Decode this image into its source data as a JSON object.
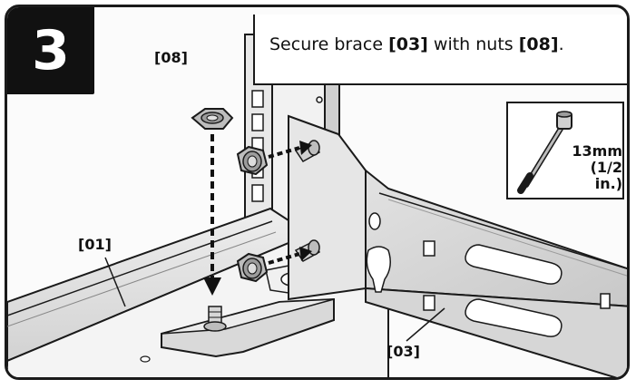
{
  "step": {
    "number": "3"
  },
  "instruction": {
    "prefix": "Secure brace ",
    "part_a": "[03]",
    "middle": " with nuts ",
    "part_b": "[08]",
    "suffix": "."
  },
  "tool": {
    "size_mm": "13mm",
    "size_in": "(1/2 in.)",
    "icon": "socket-wrench-icon"
  },
  "callouts": {
    "nut": "[08]",
    "rail": "[01]",
    "brace": "[03]"
  },
  "colors": {
    "badge_bg": "#111111",
    "line": "#1a1a1a",
    "metal_light": "#e6e6e6",
    "metal_mid": "#cfcfcf",
    "metal_dark": "#9a9a9a"
  }
}
